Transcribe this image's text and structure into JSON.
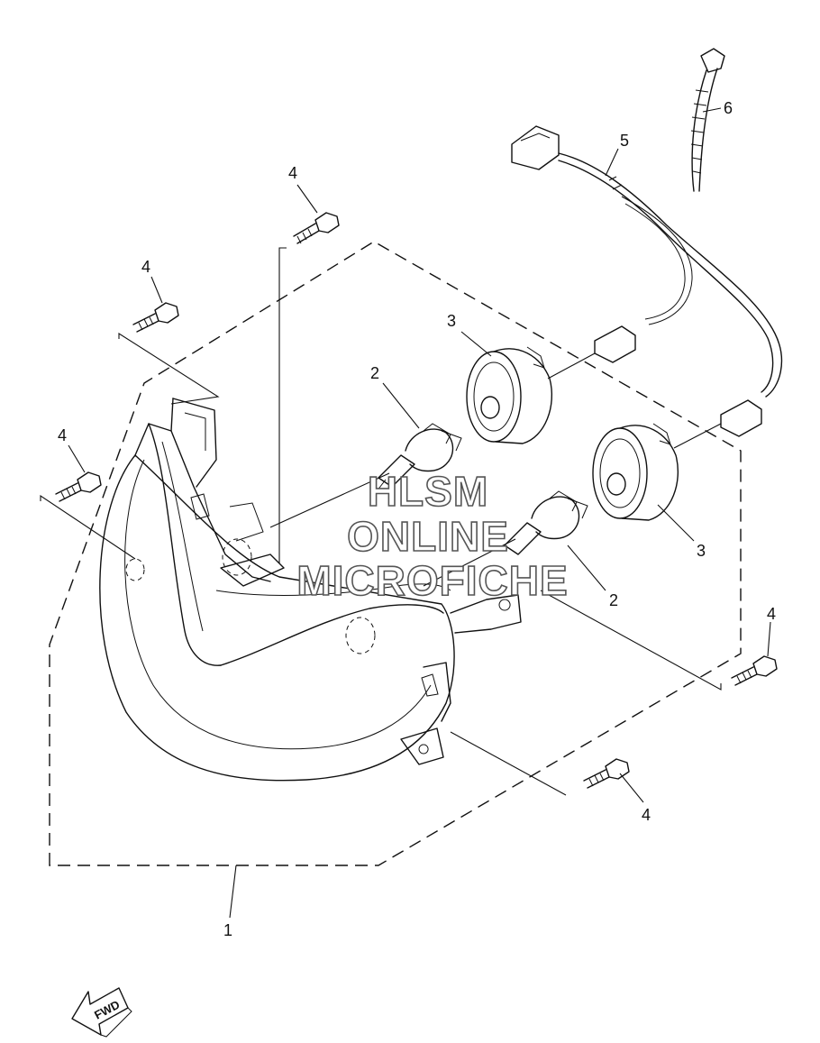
{
  "callouts": {
    "headlight": "1",
    "bulb_upper": "2",
    "bulb_lower": "2",
    "socket_cover_upper": "3",
    "socket_cover_lower": "3",
    "bolt_top": "4",
    "bolt_upper_left": "4",
    "bolt_left": "4",
    "bolt_right": "4",
    "bolt_bottom": "4",
    "wire_harness": "5",
    "cable_tie": "6"
  },
  "watermark": [
    "HLSM",
    "ONLINE",
    "MICROFICHE"
  ],
  "direction_arrow": "FWD"
}
